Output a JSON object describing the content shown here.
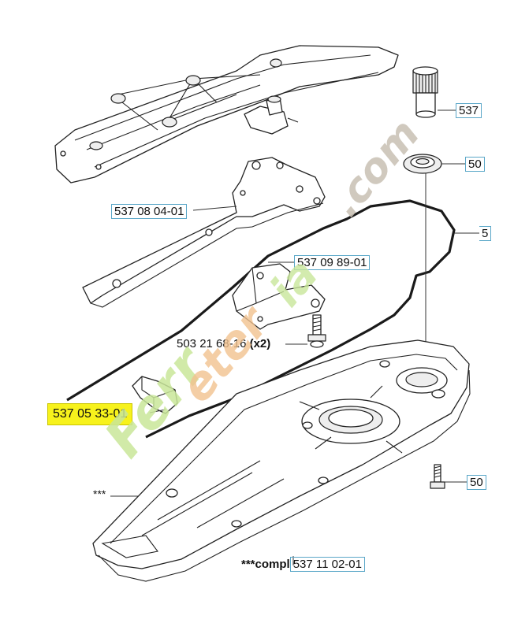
{
  "labels": {
    "pinion": "537",
    "bearing": "50",
    "belt_right": "5",
    "plate": "537 08 04-01",
    "bracket": "537 09 89-01",
    "screw": "503 21 68-16",
    "screw_qty": "(x2)",
    "belt": "537 05 33-01",
    "bottom_screw": "50",
    "stars": "***",
    "compl_prefix": "***compl",
    "compl_number": "537 11 02-01"
  },
  "watermark": {
    "text": "Ferreteria.com",
    "colors": [
      "#c9e79a",
      "#f2c28f",
      "#c8c0b3"
    ]
  },
  "colors": {
    "highlight": "#f7f21c",
    "label_border": "#5aa7c8",
    "line": "#1a1a1a"
  }
}
